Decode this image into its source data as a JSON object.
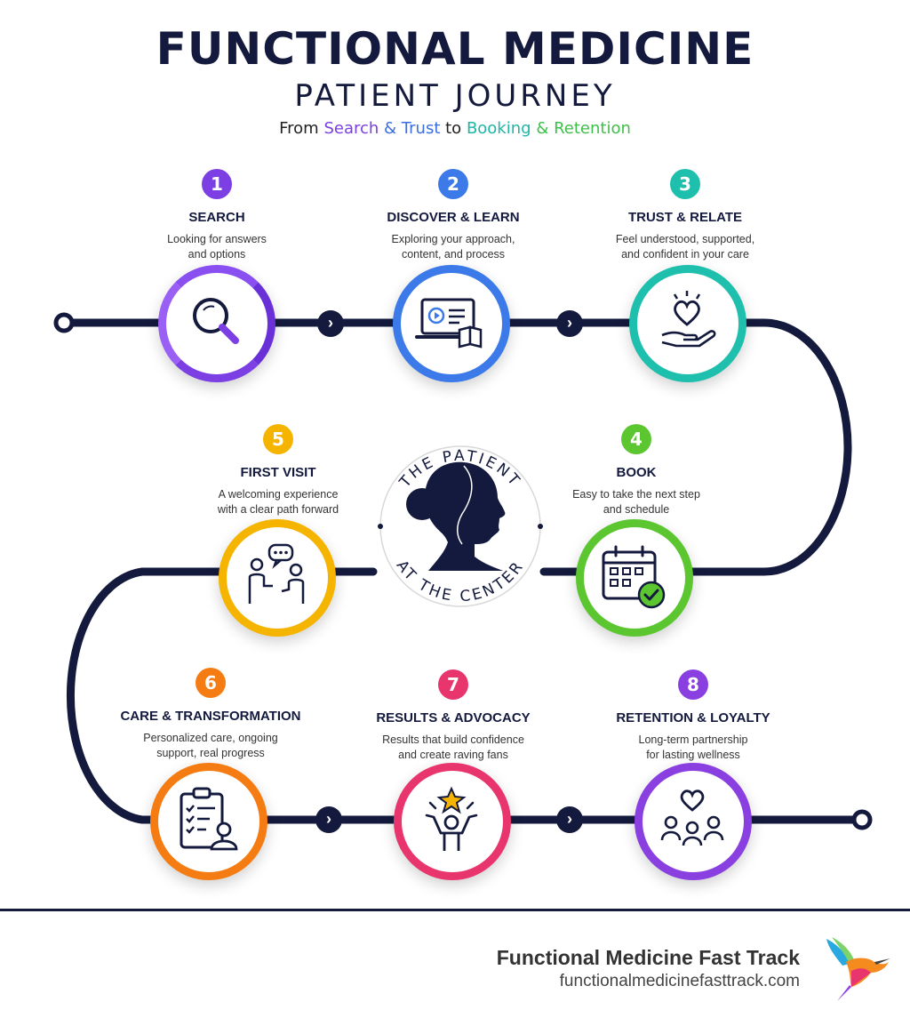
{
  "header": {
    "title": "FUNCTIONAL MEDICINE",
    "subtitle": "PATIENT JOURNEY",
    "tagline": {
      "from": "From",
      "search": "Search",
      "amp1": "&",
      "trust": "Trust",
      "to": "to",
      "booking": "Booking",
      "amp2": "&",
      "retention": "Retention"
    }
  },
  "center": {
    "top_text": "THE PATIENT",
    "bottom_text": "AT THE CENTER"
  },
  "stages": [
    {
      "number": "1",
      "title": "SEARCH",
      "desc1": "Looking for answers",
      "desc2": "and options",
      "color": "#7b3fe4",
      "icon": "magnifier-icon"
    },
    {
      "number": "2",
      "title": "DISCOVER & LEARN",
      "desc1": "Exploring your approach,",
      "desc2": "content, and process",
      "color": "#3b7ae8",
      "icon": "laptop-book-icon"
    },
    {
      "number": "3",
      "title": "TRUST & RELATE",
      "desc1": "Feel understood, supported,",
      "desc2": "and confident in your care",
      "color": "#1fbfae",
      "icon": "heart-hand-icon"
    },
    {
      "number": "4",
      "title": "BOOK",
      "desc1": "Easy to take the next step",
      "desc2": "and schedule",
      "color": "#5cc631",
      "icon": "calendar-check-icon"
    },
    {
      "number": "5",
      "title": "FIRST VISIT",
      "desc1": "A welcoming experience",
      "desc2": "with a clear path forward",
      "color": "#f5b400",
      "icon": "conversation-icon"
    },
    {
      "number": "6",
      "title": "CARE & TRANSFORMATION",
      "desc1": "Personalized care, ongoing",
      "desc2": "support, real progress",
      "color": "#f57c12",
      "icon": "clipboard-person-icon"
    },
    {
      "number": "7",
      "title": "RESULTS & ADVOCACY",
      "desc1": "Results that build confidence",
      "desc2": "and create raving fans",
      "color": "#e8356d",
      "icon": "star-celebration-icon"
    },
    {
      "number": "8",
      "title": "RETENTION & LOYALTY",
      "desc1": "Long-term partnership",
      "desc2": "for lasting wellness",
      "color": "#8a3fe0",
      "icon": "group-heart-icon"
    }
  ],
  "footer": {
    "brand": "Functional Medicine Fast Track",
    "url": "functionalmedicinefasttrack.com"
  }
}
